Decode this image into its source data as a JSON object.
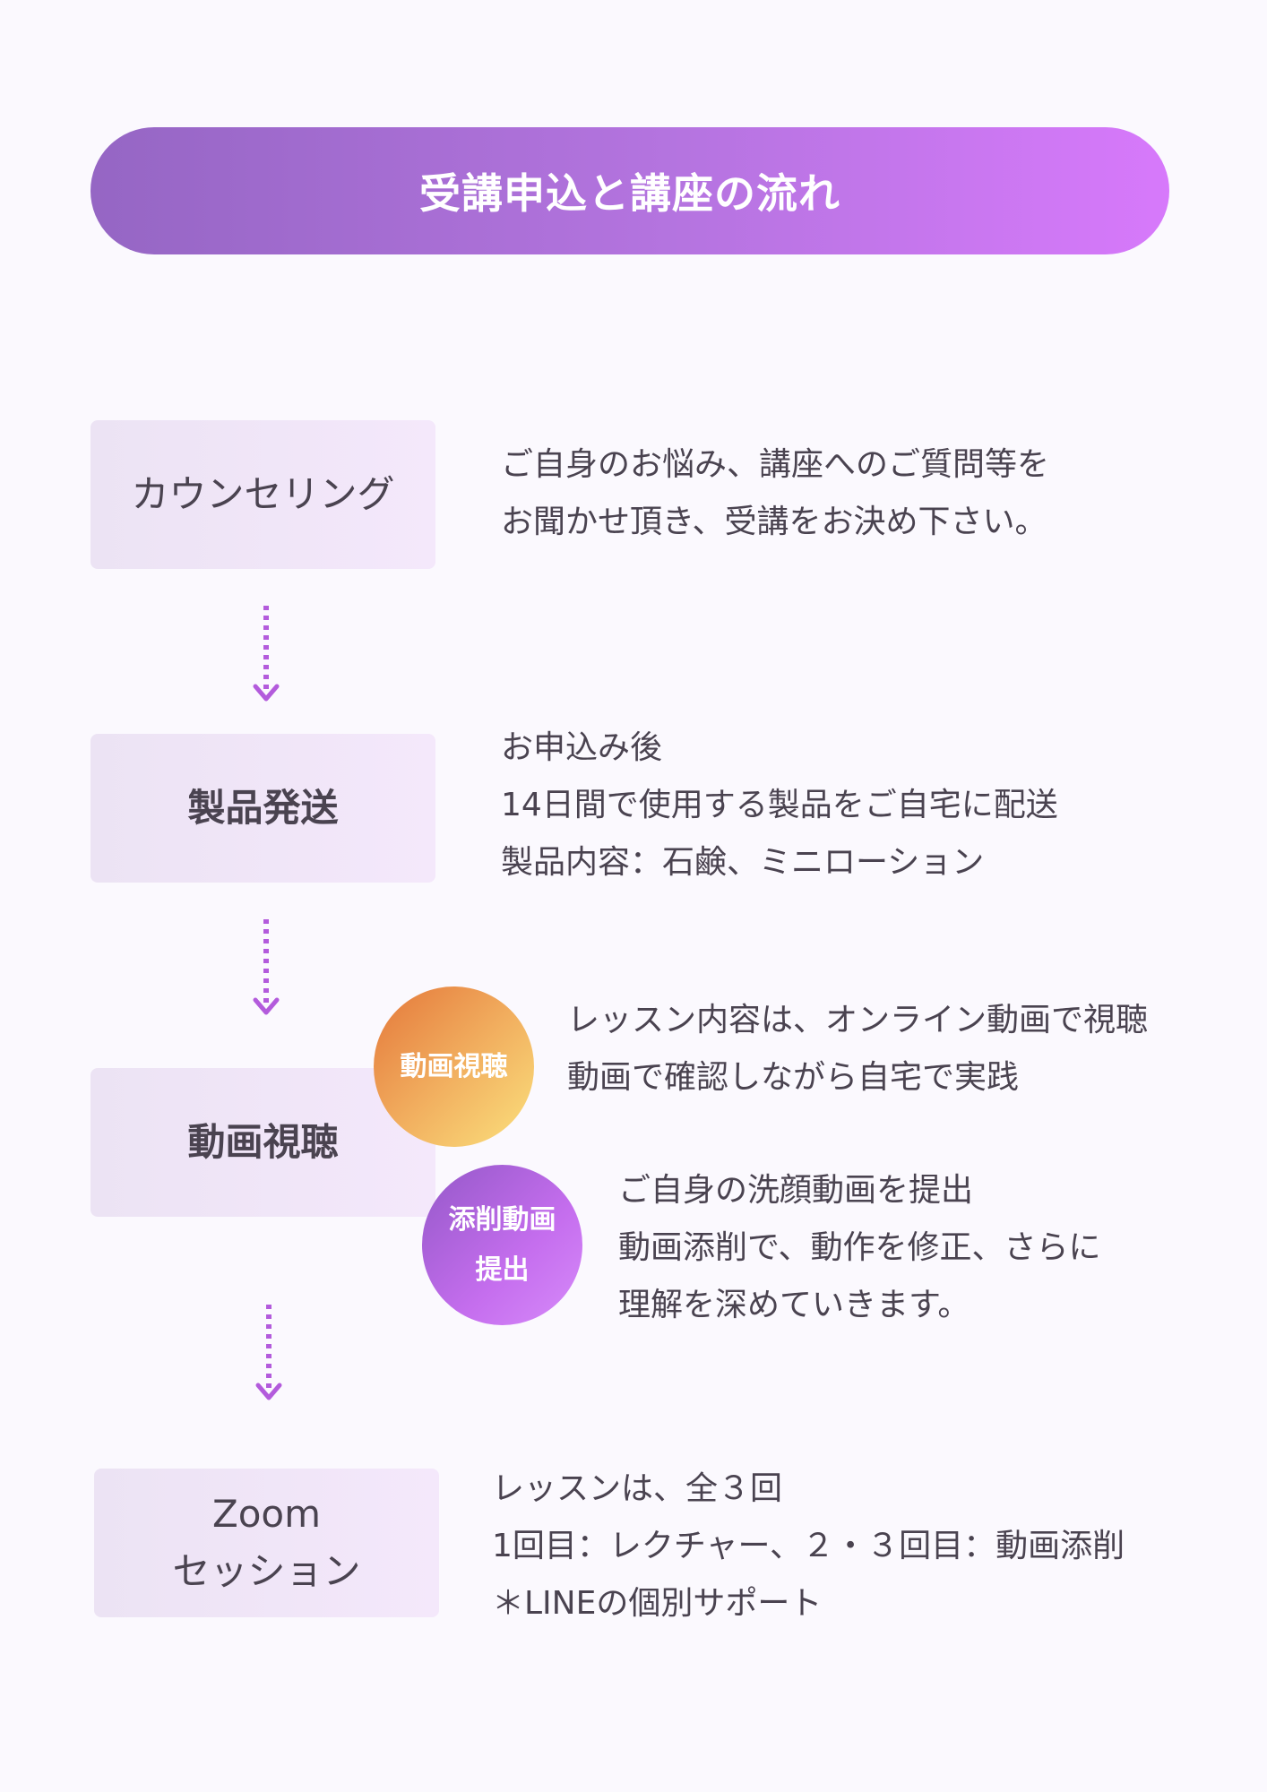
{
  "title": "受講申込と講座の流れ",
  "steps": [
    {
      "label_lines": [
        "カウンセリング"
      ],
      "description": [
        "ご自身のお悩み、講座へのご質問等を",
        "お聞かせ頂き、受講をお決め下さい。"
      ]
    },
    {
      "label_lines": [
        "製品発送"
      ],
      "description": [
        "お申込み後",
        "14日間で使用する製品をご自宅に配送",
        "製品内容：石鹸、ミニローション"
      ]
    },
    {
      "label_lines": [
        "動画視聴"
      ],
      "sub_items": [
        {
          "badge_lines": [
            "動画視聴"
          ],
          "description": [
            "レッスン内容は、オンライン動画で視聴",
            "動画で確認しながら自宅で実践"
          ]
        },
        {
          "badge_lines": [
            "添削動画",
            "提出"
          ],
          "description": [
            "ご自身の洗顔動画を提出",
            "動画添削で、動作を修正、さらに",
            "理解を深めていきます。"
          ]
        }
      ]
    },
    {
      "label_lines": [
        "Zoom",
        "セッション"
      ],
      "description": [
        "レッスンは、全３回",
        "1回目：レクチャー、２・３回目：動画添削",
        "＊LINEの個別サポート"
      ]
    }
  ],
  "colors": {
    "banner_start": "#9566c4",
    "banner_end": "#d779fb",
    "arrow": "#b35bdc",
    "text": "#4a4350",
    "box_bg": "#f0e6f8"
  }
}
